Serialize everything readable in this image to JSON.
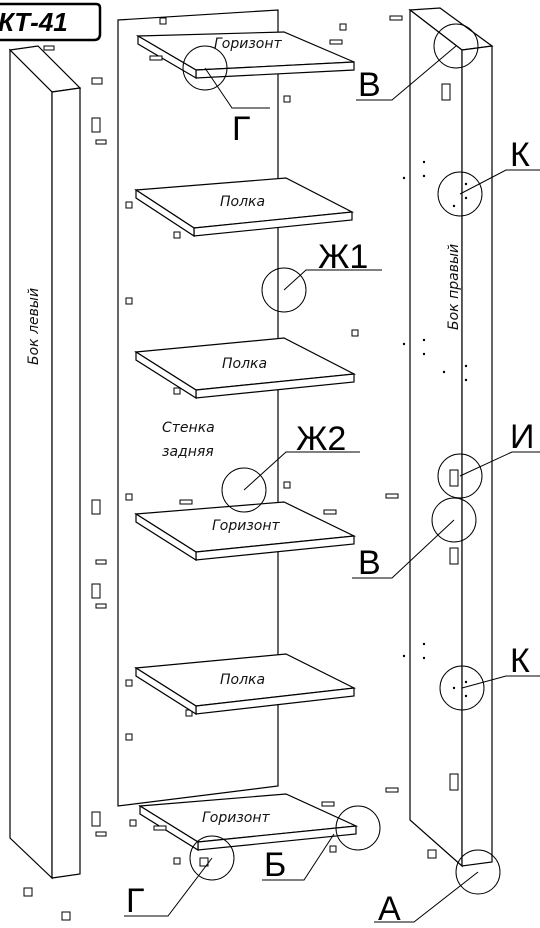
{
  "title": "КТ-41",
  "parts": {
    "side_left": "Бок левый",
    "side_right": "Бок правый",
    "back_wall_line1": "Стенка",
    "back_wall_line2": "задняя",
    "horizont_top": "Горизонт",
    "horizont_mid": "Горизонт",
    "horizont_bottom": "Горизонт",
    "shelf_1": "Полка",
    "shelf_2": "Полка",
    "shelf_3": "Полка"
  },
  "callouts": {
    "g_top": "Г",
    "v_top": "В",
    "k_top": "К",
    "zh1": "Ж1",
    "zh2": "Ж2",
    "i": "И",
    "v_mid": "В",
    "k_bottom": "К",
    "g_bottom": "Г",
    "b": "Б",
    "a": "А"
  }
}
